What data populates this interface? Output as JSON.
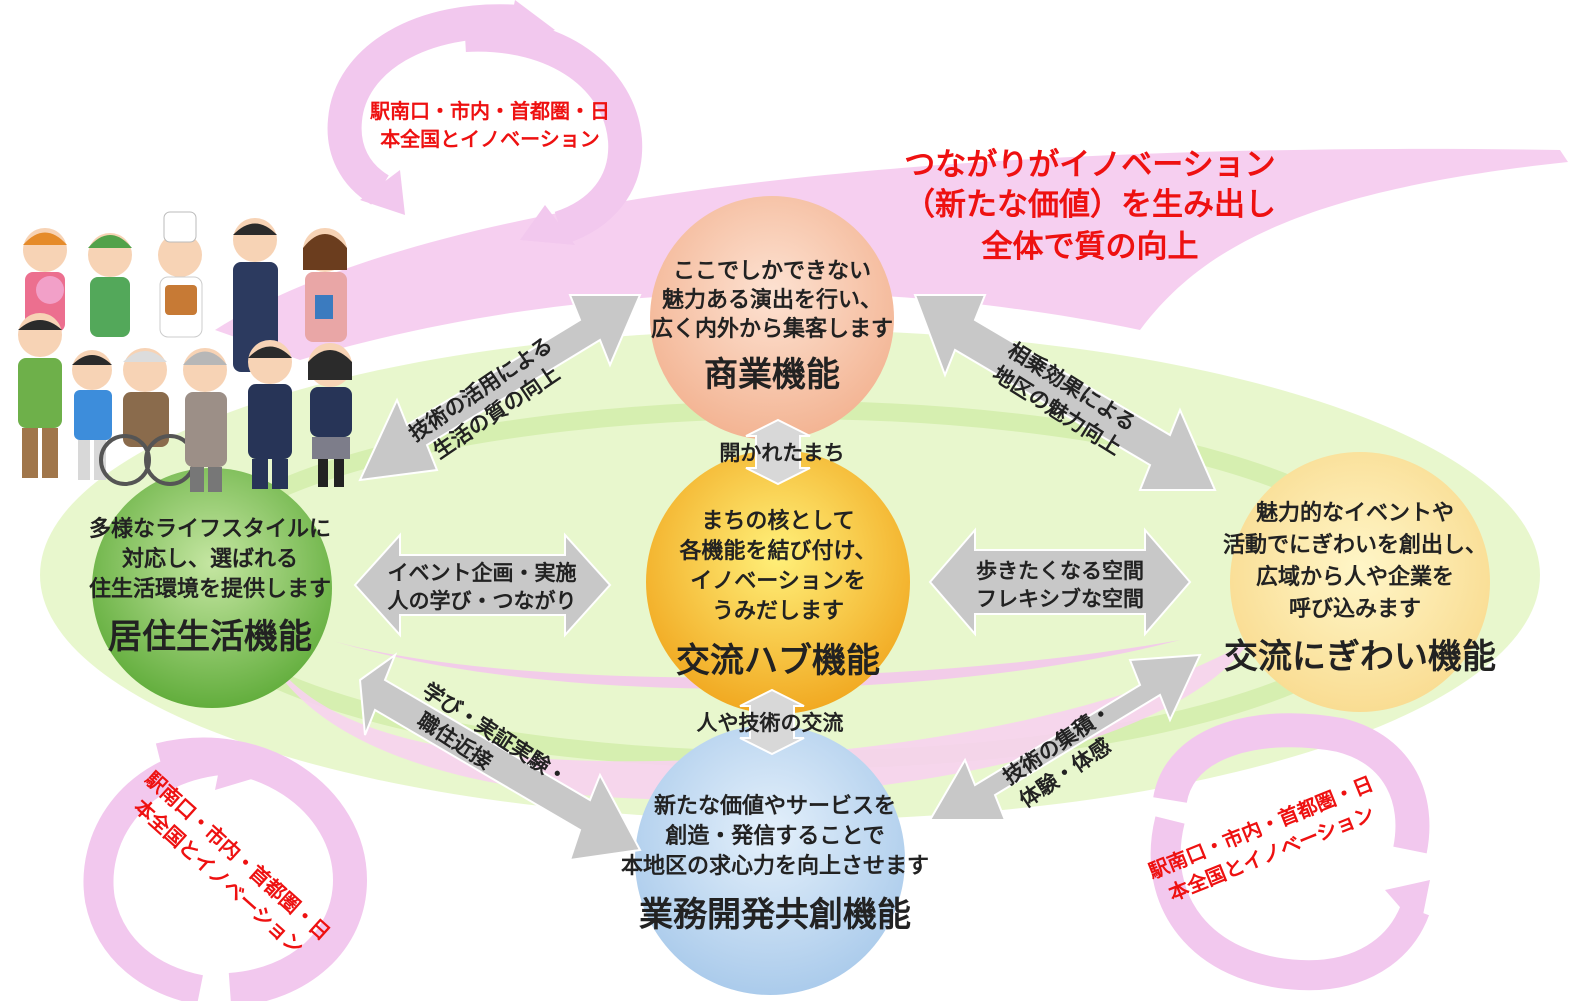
{
  "slogan": {
    "line1": "つながりがイノベーション",
    "line2": "（新たな価値）を生み出し",
    "line3": "全体で質の向上"
  },
  "cycles": {
    "top_left": {
      "line1": "駅南口・市内・首都圏・日",
      "line2": "本全国とイノベーション"
    },
    "bottom_left": {
      "line1": "駅南口・市内・首都圏・日",
      "line2": "本全国とイノベーション"
    },
    "bottom_right": {
      "line1": "駅南口・市内・首都圏・日",
      "line2": "本全国とイノベーション"
    }
  },
  "nodes": {
    "commerce": {
      "desc": [
        "ここでしかできない",
        "魅力ある演出を行い、",
        "広く内外から集客します"
      ],
      "title": "商業機能"
    },
    "residential": {
      "desc": [
        "多様なライフスタイルに",
        "対応し、選ばれる",
        "住生活環境を提供します"
      ],
      "title": "居住生活機能"
    },
    "hub": {
      "desc": [
        "まちの核として",
        "各機能を結び付け、",
        "イノベーションを",
        "うみだします"
      ],
      "title": "交流ハブ機能"
    },
    "bustle": {
      "desc": [
        "魅力的なイベントや",
        "活動でにぎわいを創出し、",
        "広域から人や企業を",
        "呼び込みます"
      ],
      "title": "交流にぎわい機能"
    },
    "business": {
      "desc": [
        "新たな価値やサービスを",
        "創造・発信することで",
        "本地区の求心力を向上させます"
      ],
      "title": "業務開発共創機能"
    }
  },
  "arrows": {
    "residential_commerce": [
      "技術の活用による",
      "生活の質の向上"
    ],
    "commerce_bustle": [
      "相乗効果による",
      "地区の魅力向上"
    ],
    "commerce_hub": [
      "開かれたまち"
    ],
    "residential_hub": [
      "イベント企画・実施",
      "人の学び・つながり"
    ],
    "hub_bustle": [
      "歩きたくなる空間",
      "フレキシブな空間"
    ],
    "hub_business": [
      "人や技術の交流"
    ],
    "residential_business": [
      "学び・実証実験・",
      "職住近接"
    ],
    "business_bustle": [
      "技術の集積・",
      "体験・体感"
    ]
  },
  "colors": {
    "pink_swoosh": "#f4c9ee",
    "green_ellipse": "#e3f5c4",
    "arrow_gray": "#c9c9c9",
    "accent_red": "#ee1111",
    "commerce": "#f6c3a4",
    "residential": "#6fb842",
    "hub": "#f3b31a",
    "bustle": "#fbe39a",
    "business": "#b6d4ee"
  },
  "illustration": {
    "icon": "people-group-icon"
  }
}
